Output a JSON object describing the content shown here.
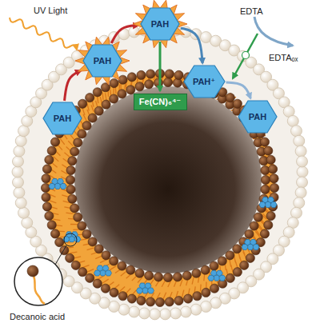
{
  "diagram": {
    "nodes": [
      {
        "text": [
          "PAH"
        ]
      },
      {
        "text": [
          "PAH"
        ]
      },
      {
        "text": [
          "PAH⁺"
        ]
      },
      {
        "text": [
          "PAH"
        ]
      },
      {
        "text": [
          "PAH"
        ]
      },
      {
        "text": [
          "Fe(CN)₆⁴⁻"
        ]
      }
    ],
    "edges": [
      {
        "from": 3,
        "to": 1,
        "arrow": "to"
      },
      {
        "from": 1,
        "to": 0,
        "arrow": "to"
      },
      {
        "from": 0,
        "to": 2,
        "arrow": "to"
      },
      {
        "from": 2,
        "to": 4,
        "arrow": "to"
      },
      {
        "from": 0,
        "to": 5,
        "arrow": "to"
      }
    ],
    "labels": [
      "UV Light",
      "EDTA",
      "EDTAₒₓ",
      "Decanoic acid"
    ]
  }
}
